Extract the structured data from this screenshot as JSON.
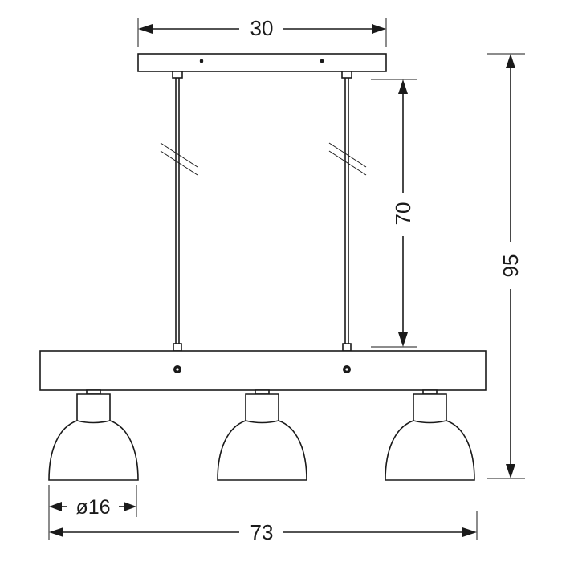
{
  "dimensions": {
    "canopy_width": "30",
    "rod_length": "70",
    "total_height": "95",
    "shade_diameter": "ø16",
    "total_width": "73"
  }
}
